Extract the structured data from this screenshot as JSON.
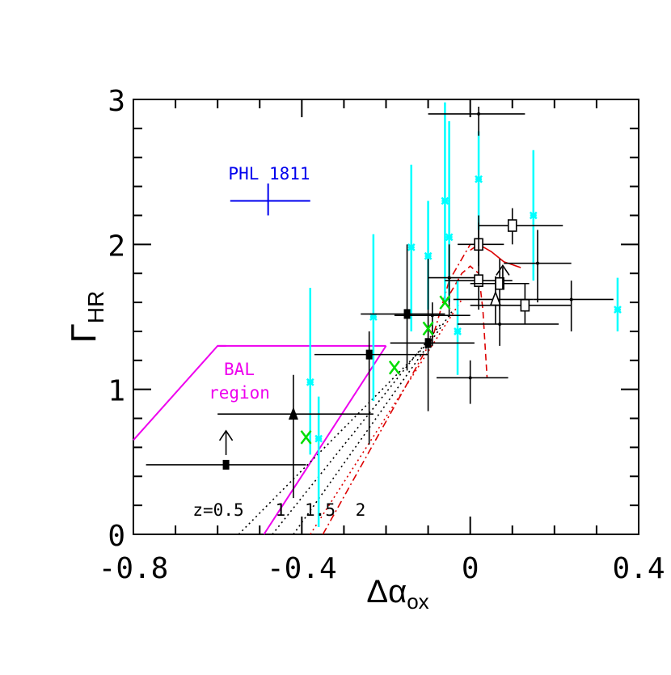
{
  "chart_data": {
    "type": "scatter",
    "xlabel": "Δα_ox",
    "ylabel": "Γ_HR",
    "xlim": [
      -0.8,
      0.4
    ],
    "ylim": [
      0,
      3
    ],
    "xticks": [
      "-0.8",
      "-0.4",
      "0",
      "0.4"
    ],
    "yticks": [
      "0",
      "1",
      "2",
      "3"
    ],
    "xtick_values": [
      -0.8,
      -0.4,
      0,
      0.4
    ],
    "ytick_values": [
      0,
      1,
      2,
      3
    ],
    "grid": false,
    "colors": {
      "frame": "#000000",
      "cyan": "#00ffff",
      "green": "#00dd00",
      "magenta": "#ee00ee",
      "blue": "#0000ee",
      "red": "#dd0000"
    },
    "annotations": {
      "phl": "PHL 1811",
      "bal_line1": "BAL",
      "bal_line2": "region",
      "z_labels": [
        "z=0.5",
        "1",
        "1.5",
        "2"
      ]
    },
    "phl1811": {
      "x": -0.48,
      "y": 2.3,
      "xerr": [
        -0.57,
        -0.38
      ],
      "yerr": [
        2.2,
        2.42
      ]
    },
    "bal_region": {
      "left": [
        [
          -0.8,
          0.65
        ],
        [
          -0.6,
          1.3
        ],
        [
          -0.58,
          1.3
        ]
      ],
      "right": [
        [
          -0.2,
          1.3
        ],
        [
          -0.49,
          0
        ]
      ],
      "top": [
        [
          -0.6,
          1.3
        ],
        [
          -0.2,
          1.3
        ]
      ]
    },
    "black_points": [
      {
        "x": -0.58,
        "y": 0.48,
        "xerr": [
          -0.77,
          -0.39
        ],
        "yerr": [
          0.46,
          0.5
        ],
        "marker": "small-square",
        "arrow": "up"
      },
      {
        "x": -0.42,
        "y": 0.83,
        "xerr": [
          -0.6,
          -0.23
        ],
        "yerr": [
          0.25,
          1.1
        ],
        "marker": "triangle"
      },
      {
        "x": -0.24,
        "y": 1.24,
        "xerr": [
          -0.37,
          -0.1
        ],
        "yerr": [
          0.62,
          1.4
        ],
        "marker": "small-square"
      },
      {
        "x": -0.15,
        "y": 1.52,
        "xerr": [
          -0.26,
          -0.06
        ],
        "yerr": [
          1.13,
          2.0
        ],
        "marker": "small-square"
      },
      {
        "x": -0.1,
        "y": 1.32,
        "xerr": [
          -0.19,
          0.01
        ],
        "yerr": [
          0.85,
          1.9
        ],
        "marker": "small-square"
      },
      {
        "x": -0.09,
        "y": 1.51,
        "xerr": [
          -0.18,
          0.0
        ],
        "yerr": [
          1.3,
          1.6
        ],
        "marker": "dot"
      },
      {
        "x": -0.05,
        "y": 1.77,
        "xerr": [
          -0.1,
          0.02
        ],
        "yerr": [
          1.5,
          2.0
        ],
        "marker": "dot"
      },
      {
        "x": 0.0,
        "y": 1.08,
        "xerr": [
          -0.08,
          0.09
        ],
        "yerr": [
          0.9,
          1.2
        ],
        "marker": "dot"
      },
      {
        "x": 0.02,
        "y": 2.0,
        "xerr": [
          -0.03,
          0.08
        ],
        "yerr": [
          1.85,
          2.15
        ],
        "marker": "square"
      },
      {
        "x": 0.02,
        "y": 1.75,
        "xerr": [
          -0.06,
          0.1
        ],
        "yerr": [
          1.55,
          2.2
        ],
        "marker": "square"
      },
      {
        "x": 0.1,
        "y": 2.13,
        "xerr": [
          0.02,
          0.22
        ],
        "yerr": [
          2.0,
          2.25
        ],
        "marker": "square"
      },
      {
        "x": 0.07,
        "y": 1.73,
        "xerr": [
          0.0,
          0.14
        ],
        "yerr": [
          1.55,
          1.9
        ],
        "marker": "square"
      },
      {
        "x": 0.13,
        "y": 1.58,
        "xerr": [
          0.0,
          0.24
        ],
        "yerr": [
          1.45,
          1.73
        ],
        "marker": "square"
      },
      {
        "x": 0.06,
        "y": 1.62,
        "xerr": [
          -0.04,
          0.15
        ],
        "yerr": [
          1.45,
          1.78
        ],
        "marker": "triangle-open",
        "arrow": "up"
      },
      {
        "x": 0.02,
        "y": 2.9,
        "xerr": [
          -0.1,
          0.13
        ],
        "yerr": [
          2.75,
          2.95
        ],
        "marker": "dot"
      },
      {
        "x": 0.16,
        "y": 1.87,
        "xerr": [
          0.08,
          0.24
        ],
        "yerr": [
          1.6,
          2.1
        ],
        "marker": "dot"
      },
      {
        "x": 0.07,
        "y": 1.45,
        "xerr": [
          -0.03,
          0.21
        ],
        "yerr": [
          1.3,
          1.6
        ],
        "marker": "dot"
      },
      {
        "x": 0.24,
        "y": 1.62,
        "xerr": [
          0.15,
          0.34
        ],
        "yerr": [
          1.4,
          1.75
        ],
        "marker": "dot"
      }
    ],
    "cyan_points": [
      {
        "x": -0.38,
        "y": 1.05,
        "yerr": [
          0.55,
          1.7
        ]
      },
      {
        "x": -0.36,
        "y": 0.66,
        "yerr": [
          0.05,
          0.95
        ]
      },
      {
        "x": -0.23,
        "y": 1.5,
        "yerr": [
          0.92,
          2.07
        ]
      },
      {
        "x": -0.14,
        "y": 1.98,
        "yerr": [
          1.4,
          2.55
        ]
      },
      {
        "x": -0.1,
        "y": 1.92,
        "yerr": [
          1.55,
          2.3
        ]
      },
      {
        "x": -0.06,
        "y": 2.3,
        "yerr": [
          1.6,
          2.98
        ]
      },
      {
        "x": -0.05,
        "y": 2.05,
        "yerr": [
          1.6,
          2.85
        ]
      },
      {
        "x": -0.03,
        "y": 1.4,
        "yerr": [
          1.1,
          1.75
        ]
      },
      {
        "x": 0.02,
        "y": 2.45,
        "yerr": [
          2.1,
          2.78
        ]
      },
      {
        "x": 0.15,
        "y": 2.2,
        "yerr": [
          1.75,
          2.65
        ]
      },
      {
        "x": 0.35,
        "y": 1.55,
        "yerr": [
          1.4,
          1.77
        ]
      }
    ],
    "green_points": [
      {
        "x": -0.39,
        "y": 0.67
      },
      {
        "x": -0.18,
        "y": 1.15
      },
      {
        "x": -0.1,
        "y": 1.42
      },
      {
        "x": -0.06,
        "y": 1.6
      }
    ],
    "dotted_lines": [
      {
        "color": "black",
        "points": [
          [
            -0.55,
            0
          ],
          [
            -0.1,
            1.32
          ]
        ]
      },
      {
        "color": "black",
        "points": [
          [
            -0.47,
            0
          ],
          [
            -0.07,
            1.45
          ]
        ]
      },
      {
        "color": "black",
        "points": [
          [
            -0.42,
            0
          ],
          [
            -0.04,
            1.55
          ]
        ]
      },
      {
        "color": "red",
        "points": [
          [
            -0.38,
            0
          ],
          [
            -0.02,
            1.62
          ]
        ]
      }
    ],
    "red_dashdot": {
      "points": [
        [
          -0.35,
          0
        ],
        [
          -0.09,
          1.35
        ],
        [
          -0.05,
          1.75
        ],
        [
          0.0,
          2.0
        ]
      ]
    },
    "red_dashed": {
      "points": [
        [
          -0.06,
          1.6
        ],
        [
          -0.02,
          1.8
        ],
        [
          0.0,
          1.85
        ],
        [
          0.02,
          1.8
        ],
        [
          0.03,
          1.55
        ],
        [
          0.04,
          1.08
        ]
      ]
    },
    "red_solid": {
      "points": [
        [
          0.0,
          1.96
        ],
        [
          0.02,
          2.0
        ],
        [
          0.05,
          1.95
        ],
        [
          0.08,
          1.88
        ],
        [
          0.12,
          1.84
        ]
      ]
    }
  }
}
